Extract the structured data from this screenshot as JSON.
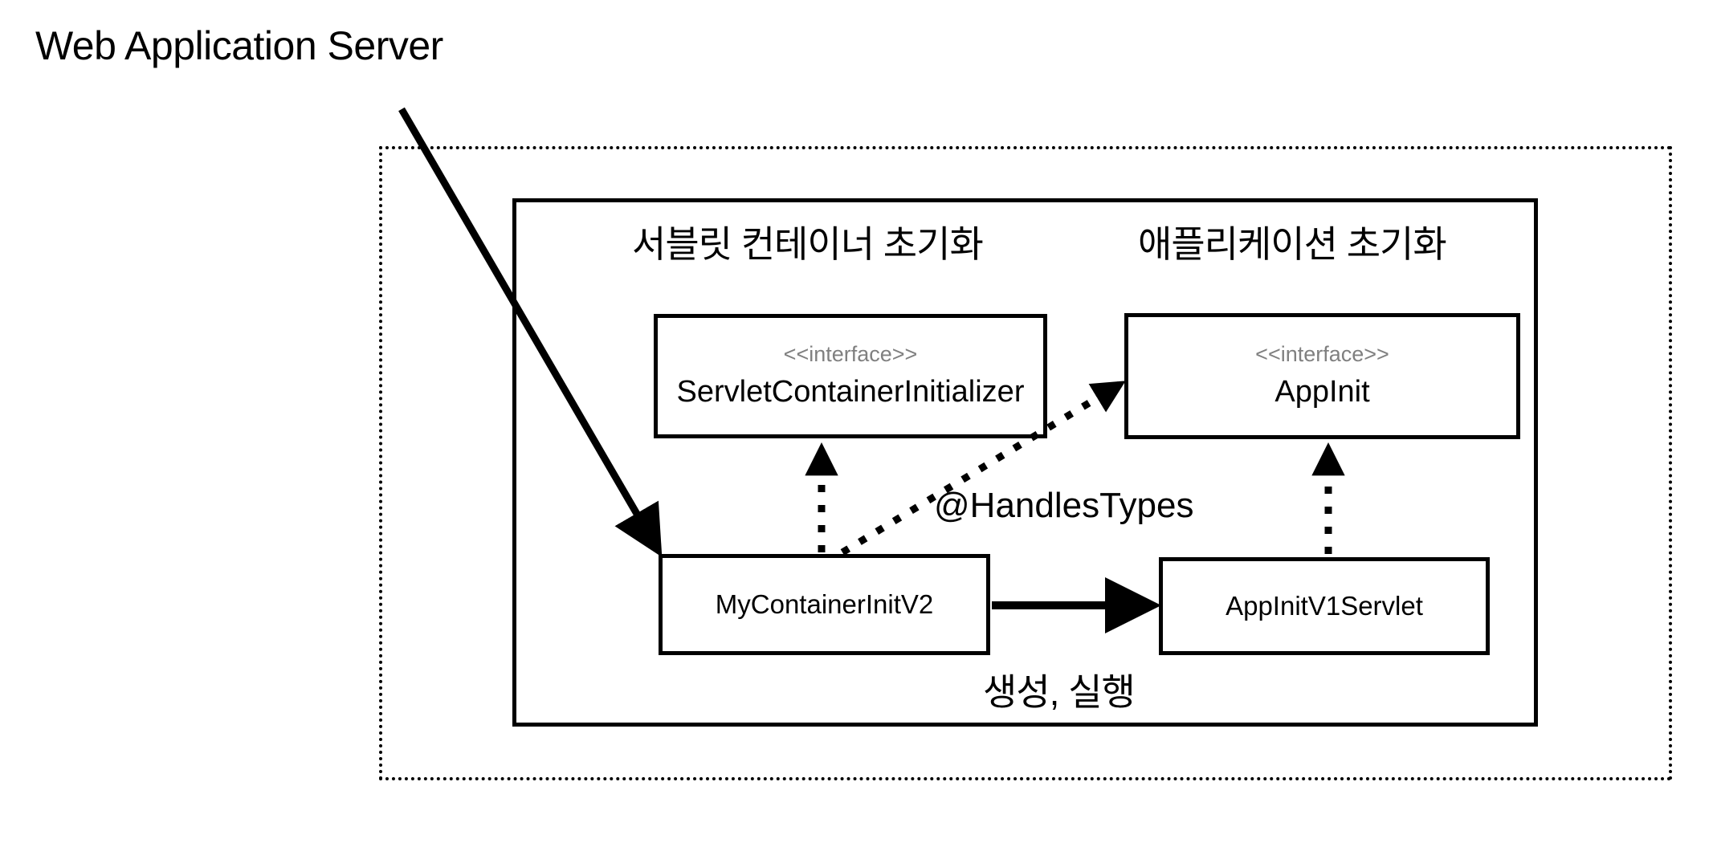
{
  "diagram": {
    "title": "Web Application Server",
    "boundary_label": "Web Application Server",
    "sections": {
      "servlet_container_init": "서블릿 컨테이너 초기화",
      "application_init": "애플리케이션 초기화",
      "create_run": "생성, 실행"
    },
    "nodes": [
      {
        "id": "servlet-container-initializer",
        "stereotype": "<<interface>>",
        "name": "ServletContainerInitializer"
      },
      {
        "id": "app-init",
        "stereotype": "<<interface>>",
        "name": "AppInit"
      },
      {
        "id": "my-container-init-v2",
        "name": "MyContainerInitV2"
      },
      {
        "id": "app-init-v1-servlet",
        "name": "AppInitV1Servlet"
      }
    ],
    "annotations": [
      {
        "id": "handles-types",
        "text": "@HandlesTypes"
      }
    ],
    "edges": [
      {
        "id": "was-to-my-container-init",
        "style": "solid",
        "from": "Web Application Server",
        "to": "MyContainerInitV2"
      },
      {
        "id": "my-container-implements-sci",
        "style": "dashed",
        "from": "MyContainerInitV2",
        "to": "ServletContainerInitializer"
      },
      {
        "id": "my-container-handles-appinit",
        "style": "dotted",
        "from": "MyContainerInitV2",
        "to": "AppInit",
        "label": "@HandlesTypes"
      },
      {
        "id": "my-container-creates-appinitv1",
        "style": "solid",
        "from": "MyContainerInitV2",
        "to": "AppInitV1Servlet"
      },
      {
        "id": "appinitv1-implements-appinit",
        "style": "dashed",
        "from": "AppInitV1Servlet",
        "to": "AppInit"
      }
    ],
    "colors": {
      "stroke": "#000000",
      "background": "#ffffff",
      "stereotype_text": "#808080"
    }
  }
}
